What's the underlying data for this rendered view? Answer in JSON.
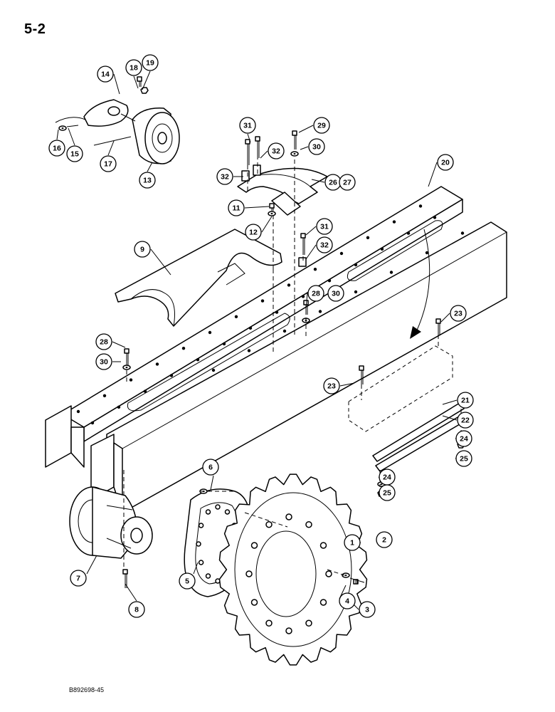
{
  "page": {
    "number": "5-2",
    "drawing_code": "B892698-45"
  },
  "callouts": [
    {
      "id": "c1",
      "label": "1"
    },
    {
      "id": "c2",
      "label": "2"
    },
    {
      "id": "c3",
      "label": "3"
    },
    {
      "id": "c4",
      "label": "4"
    },
    {
      "id": "c5",
      "label": "5"
    },
    {
      "id": "c6",
      "label": "6"
    },
    {
      "id": "c7",
      "label": "7"
    },
    {
      "id": "c8",
      "label": "8"
    },
    {
      "id": "c9",
      "label": "9"
    },
    {
      "id": "c11",
      "label": "11"
    },
    {
      "id": "c12",
      "label": "12"
    },
    {
      "id": "c13",
      "label": "13"
    },
    {
      "id": "c14",
      "label": "14"
    },
    {
      "id": "c15",
      "label": "15"
    },
    {
      "id": "c16",
      "label": "16"
    },
    {
      "id": "c17",
      "label": "17"
    },
    {
      "id": "c18",
      "label": "18"
    },
    {
      "id": "c19",
      "label": "19"
    },
    {
      "id": "c20",
      "label": "20"
    },
    {
      "id": "c21",
      "label": "21"
    },
    {
      "id": "c22",
      "label": "22"
    },
    {
      "id": "c23a",
      "label": "23"
    },
    {
      "id": "c23b",
      "label": "23"
    },
    {
      "id": "c24a",
      "label": "24"
    },
    {
      "id": "c24b",
      "label": "24"
    },
    {
      "id": "c25a",
      "label": "25"
    },
    {
      "id": "c25b",
      "label": "25"
    },
    {
      "id": "c26",
      "label": "26"
    },
    {
      "id": "c27",
      "label": "27"
    },
    {
      "id": "c28a",
      "label": "28"
    },
    {
      "id": "c28b",
      "label": "28"
    },
    {
      "id": "c29",
      "label": "29"
    },
    {
      "id": "c30a",
      "label": "30"
    },
    {
      "id": "c30b",
      "label": "30"
    },
    {
      "id": "c30c",
      "label": "30"
    },
    {
      "id": "c31a",
      "label": "31"
    },
    {
      "id": "c31b",
      "label": "31"
    },
    {
      "id": "c32a",
      "label": "32"
    },
    {
      "id": "c32b",
      "label": "32"
    },
    {
      "id": "c32c",
      "label": "32"
    }
  ]
}
